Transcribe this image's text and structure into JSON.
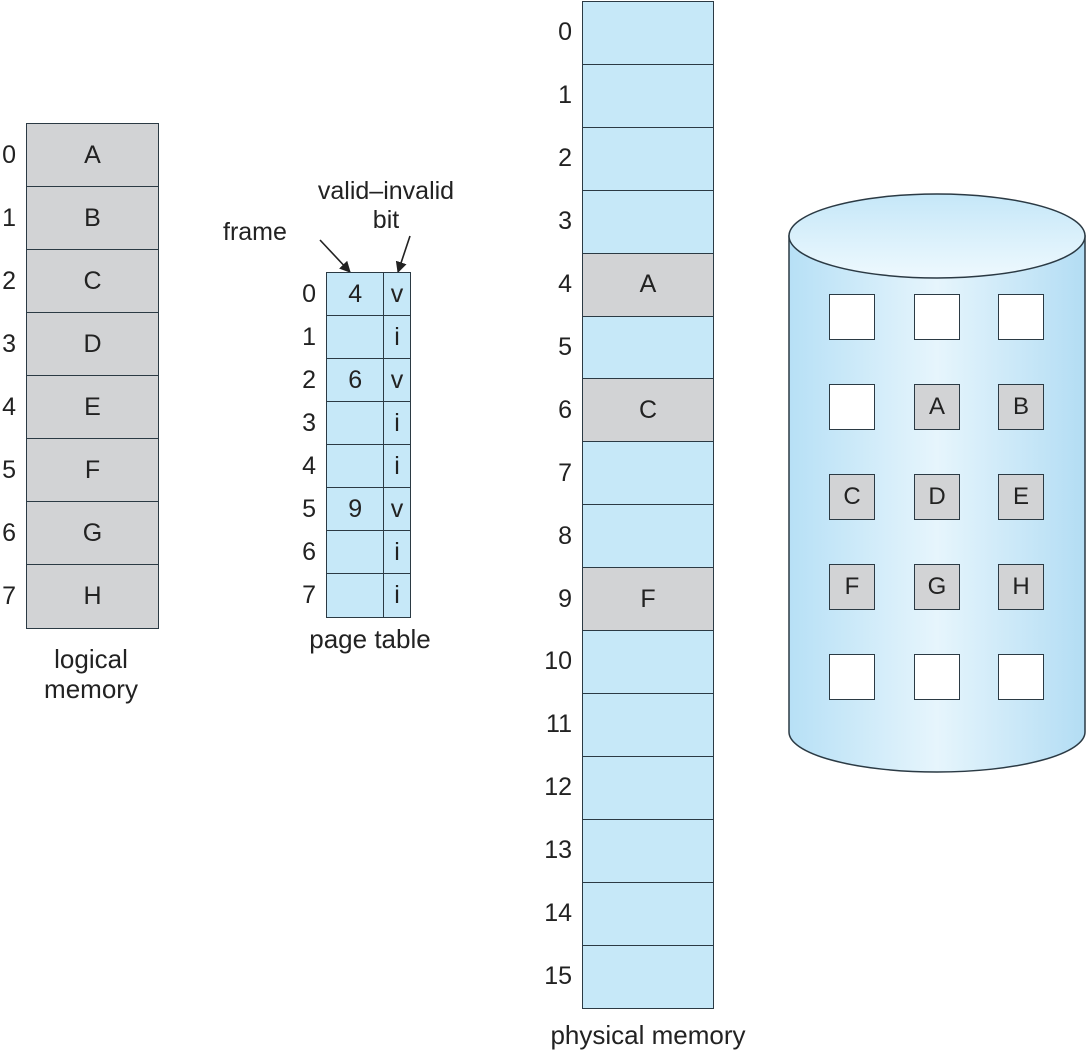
{
  "logical_memory": {
    "caption": "logical memory",
    "caption_lines": [
      "logical",
      "memory"
    ],
    "pages": [
      {
        "index": "0",
        "content": "A"
      },
      {
        "index": "1",
        "content": "B"
      },
      {
        "index": "2",
        "content": "C"
      },
      {
        "index": "3",
        "content": "D"
      },
      {
        "index": "4",
        "content": "E"
      },
      {
        "index": "5",
        "content": "F"
      },
      {
        "index": "6",
        "content": "G"
      },
      {
        "index": "7",
        "content": "H"
      }
    ]
  },
  "page_table": {
    "caption": "page table",
    "frame_label": "frame",
    "valid_label_lines": [
      "valid–invalid",
      "bit"
    ],
    "entries": [
      {
        "index": "0",
        "frame": "4",
        "valid": "v"
      },
      {
        "index": "1",
        "frame": "",
        "valid": "i"
      },
      {
        "index": "2",
        "frame": "6",
        "valid": "v"
      },
      {
        "index": "3",
        "frame": "",
        "valid": "i"
      },
      {
        "index": "4",
        "frame": "",
        "valid": "i"
      },
      {
        "index": "5",
        "frame": "9",
        "valid": "v"
      },
      {
        "index": "6",
        "frame": "",
        "valid": "i"
      },
      {
        "index": "7",
        "frame": "",
        "valid": "i"
      }
    ]
  },
  "physical_memory": {
    "caption": "physical memory",
    "frames": [
      {
        "index": "0",
        "content": ""
      },
      {
        "index": "1",
        "content": ""
      },
      {
        "index": "2",
        "content": ""
      },
      {
        "index": "3",
        "content": ""
      },
      {
        "index": "4",
        "content": "A"
      },
      {
        "index": "5",
        "content": ""
      },
      {
        "index": "6",
        "content": "C"
      },
      {
        "index": "7",
        "content": ""
      },
      {
        "index": "8",
        "content": ""
      },
      {
        "index": "9",
        "content": "F"
      },
      {
        "index": "10",
        "content": ""
      },
      {
        "index": "11",
        "content": ""
      },
      {
        "index": "12",
        "content": ""
      },
      {
        "index": "13",
        "content": ""
      },
      {
        "index": "14",
        "content": ""
      },
      {
        "index": "15",
        "content": ""
      }
    ]
  },
  "backing_store": {
    "grid": [
      [
        "",
        "",
        ""
      ],
      [
        "",
        "A",
        "B"
      ],
      [
        "C",
        "D",
        "E"
      ],
      [
        "F",
        "G",
        "H"
      ],
      [
        "",
        "",
        ""
      ]
    ]
  },
  "colors": {
    "page_gray": "#d2d3d5",
    "frame_blue": "#c6e8f8",
    "outline": "#2b3a44",
    "text": "#222222"
  }
}
